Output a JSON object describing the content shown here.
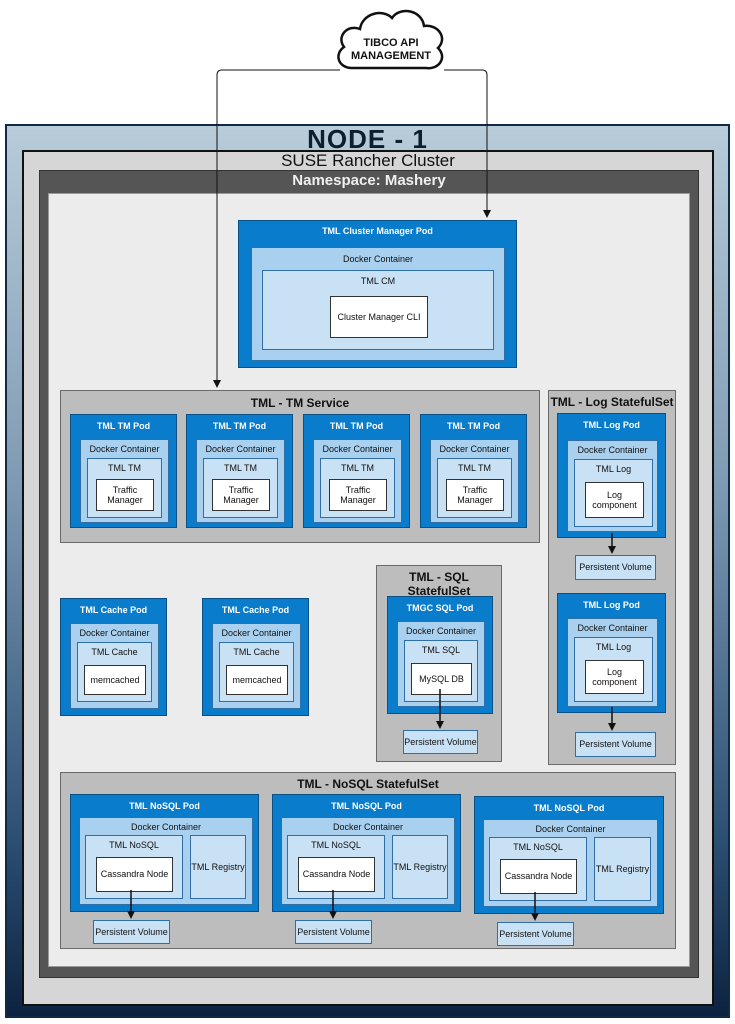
{
  "cloud": {
    "line1": "TIBCO API",
    "line2": "MANAGEMENT"
  },
  "node": {
    "title": "NODE - 1"
  },
  "cluster": {
    "title": "SUSE Rancher Cluster"
  },
  "namespace": {
    "title": "Namespace: Mashery"
  },
  "cluster_manager_pod": {
    "title": "TML Cluster Manager Pod",
    "container": "Docker Container",
    "tml": "TML CM",
    "component": "Cluster Manager CLI"
  },
  "tm_service": {
    "title": "TML - TM Service",
    "pods": [
      {
        "title": "TML TM Pod",
        "container": "Docker Container",
        "tml": "TML TM",
        "component": "Traffic Manager"
      },
      {
        "title": "TML TM Pod",
        "container": "Docker Container",
        "tml": "TML TM",
        "component": "Traffic Manager"
      },
      {
        "title": "TML TM Pod",
        "container": "Docker Container",
        "tml": "TML TM",
        "component": "Traffic Manager"
      },
      {
        "title": "TML TM Pod",
        "container": "Docker Container",
        "tml": "TML TM",
        "component": "Traffic Manager"
      }
    ]
  },
  "log_statefulset": {
    "title": "TML - Log StatefulSet",
    "pods": [
      {
        "title": "TML Log Pod",
        "container": "Docker Container",
        "tml": "TML Log",
        "component": "Log component",
        "volume": "Persistent Volume"
      },
      {
        "title": "TML Log Pod",
        "container": "Docker Container",
        "tml": "TML Log",
        "component": "Log component",
        "volume": "Persistent Volume"
      }
    ]
  },
  "cache_pods": [
    {
      "title": "TML Cache Pod",
      "container": "Docker Container",
      "tml": "TML Cache",
      "component": "memcached"
    },
    {
      "title": "TML Cache Pod",
      "container": "Docker Container",
      "tml": "TML Cache",
      "component": "memcached"
    }
  ],
  "sql_statefulset": {
    "title": "TML - SQL StatefulSet",
    "pod": {
      "title": "TMGC SQL Pod",
      "container": "Docker Container",
      "tml": "TML SQL",
      "component": "MySQL DB",
      "volume": "Persistent Volume"
    }
  },
  "nosql_statefulset": {
    "title": "TML - NoSQL StatefulSet",
    "pods": [
      {
        "title": "TML NoSQL Pod",
        "container": "Docker Container",
        "tml": "TML NoSQL",
        "component": "Cassandra Node",
        "registry": "TML Registry",
        "volume": "Persistent Volume"
      },
      {
        "title": "TML NoSQL Pod",
        "container": "Docker Container",
        "tml": "TML NoSQL",
        "component": "Cassandra Node",
        "registry": "TML Registry",
        "volume": "Persistent Volume"
      },
      {
        "title": "TML NoSQL Pod",
        "container": "Docker Container",
        "tml": "TML NoSQL",
        "component": "Cassandra Node",
        "registry": "TML Registry",
        "volume": "Persistent Volume"
      }
    ]
  }
}
